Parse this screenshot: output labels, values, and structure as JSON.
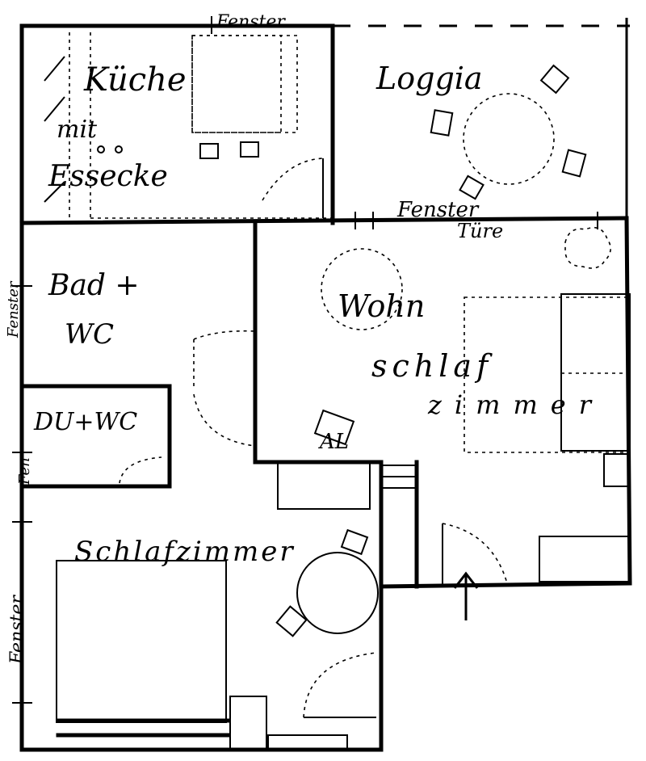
{
  "rooms": {
    "kitchen_line1": "Küche",
    "kitchen_line2": "mit",
    "kitchen_line3": "Essecke",
    "loggia": "Loggia",
    "bath_line1": "Bad +",
    "bath_line2": "WC",
    "shower": "DU+WC",
    "living_line1": "Wohn",
    "living_line2": "schlaf",
    "living_line3": "zimmer",
    "bedroom": "Schlafzimmer",
    "closet": "AL"
  },
  "windows": {
    "top": "Fenster",
    "door_window_line1": "Fenster",
    "door_window_line2": "Türe",
    "left_upper": "Fenster",
    "left_middle": "Fen",
    "left_lower": "Fenster"
  }
}
